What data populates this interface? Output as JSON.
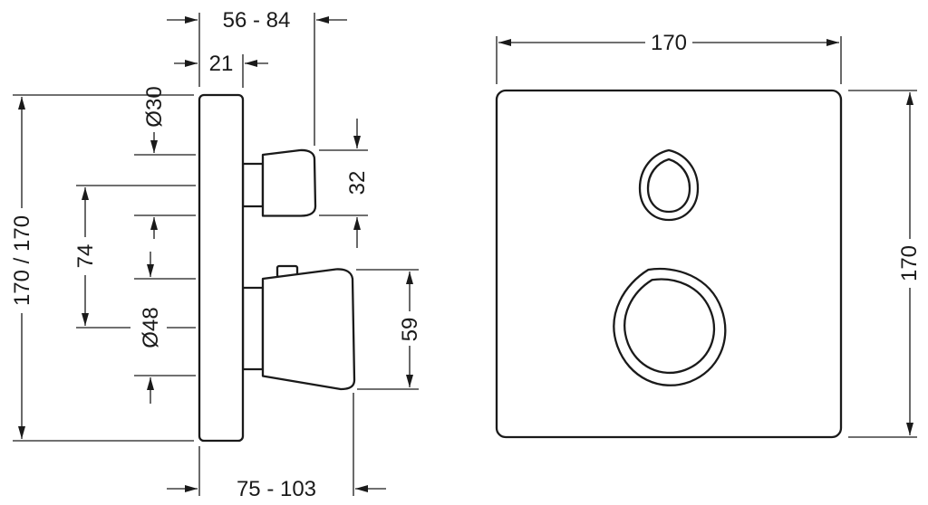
{
  "side_view": {
    "dims": {
      "top_range": "56 - 84",
      "plate_depth": "21",
      "top_handle_dia": "Ø30",
      "handle_spacing": "74",
      "bottom_handle_dia": "Ø48",
      "top_handle_height": "32",
      "bottom_handle_height": "59",
      "bottom_range": "75 - 103",
      "overall_height": "170 / 170"
    }
  },
  "front_view": {
    "dims": {
      "width": "170",
      "height": "170"
    }
  }
}
